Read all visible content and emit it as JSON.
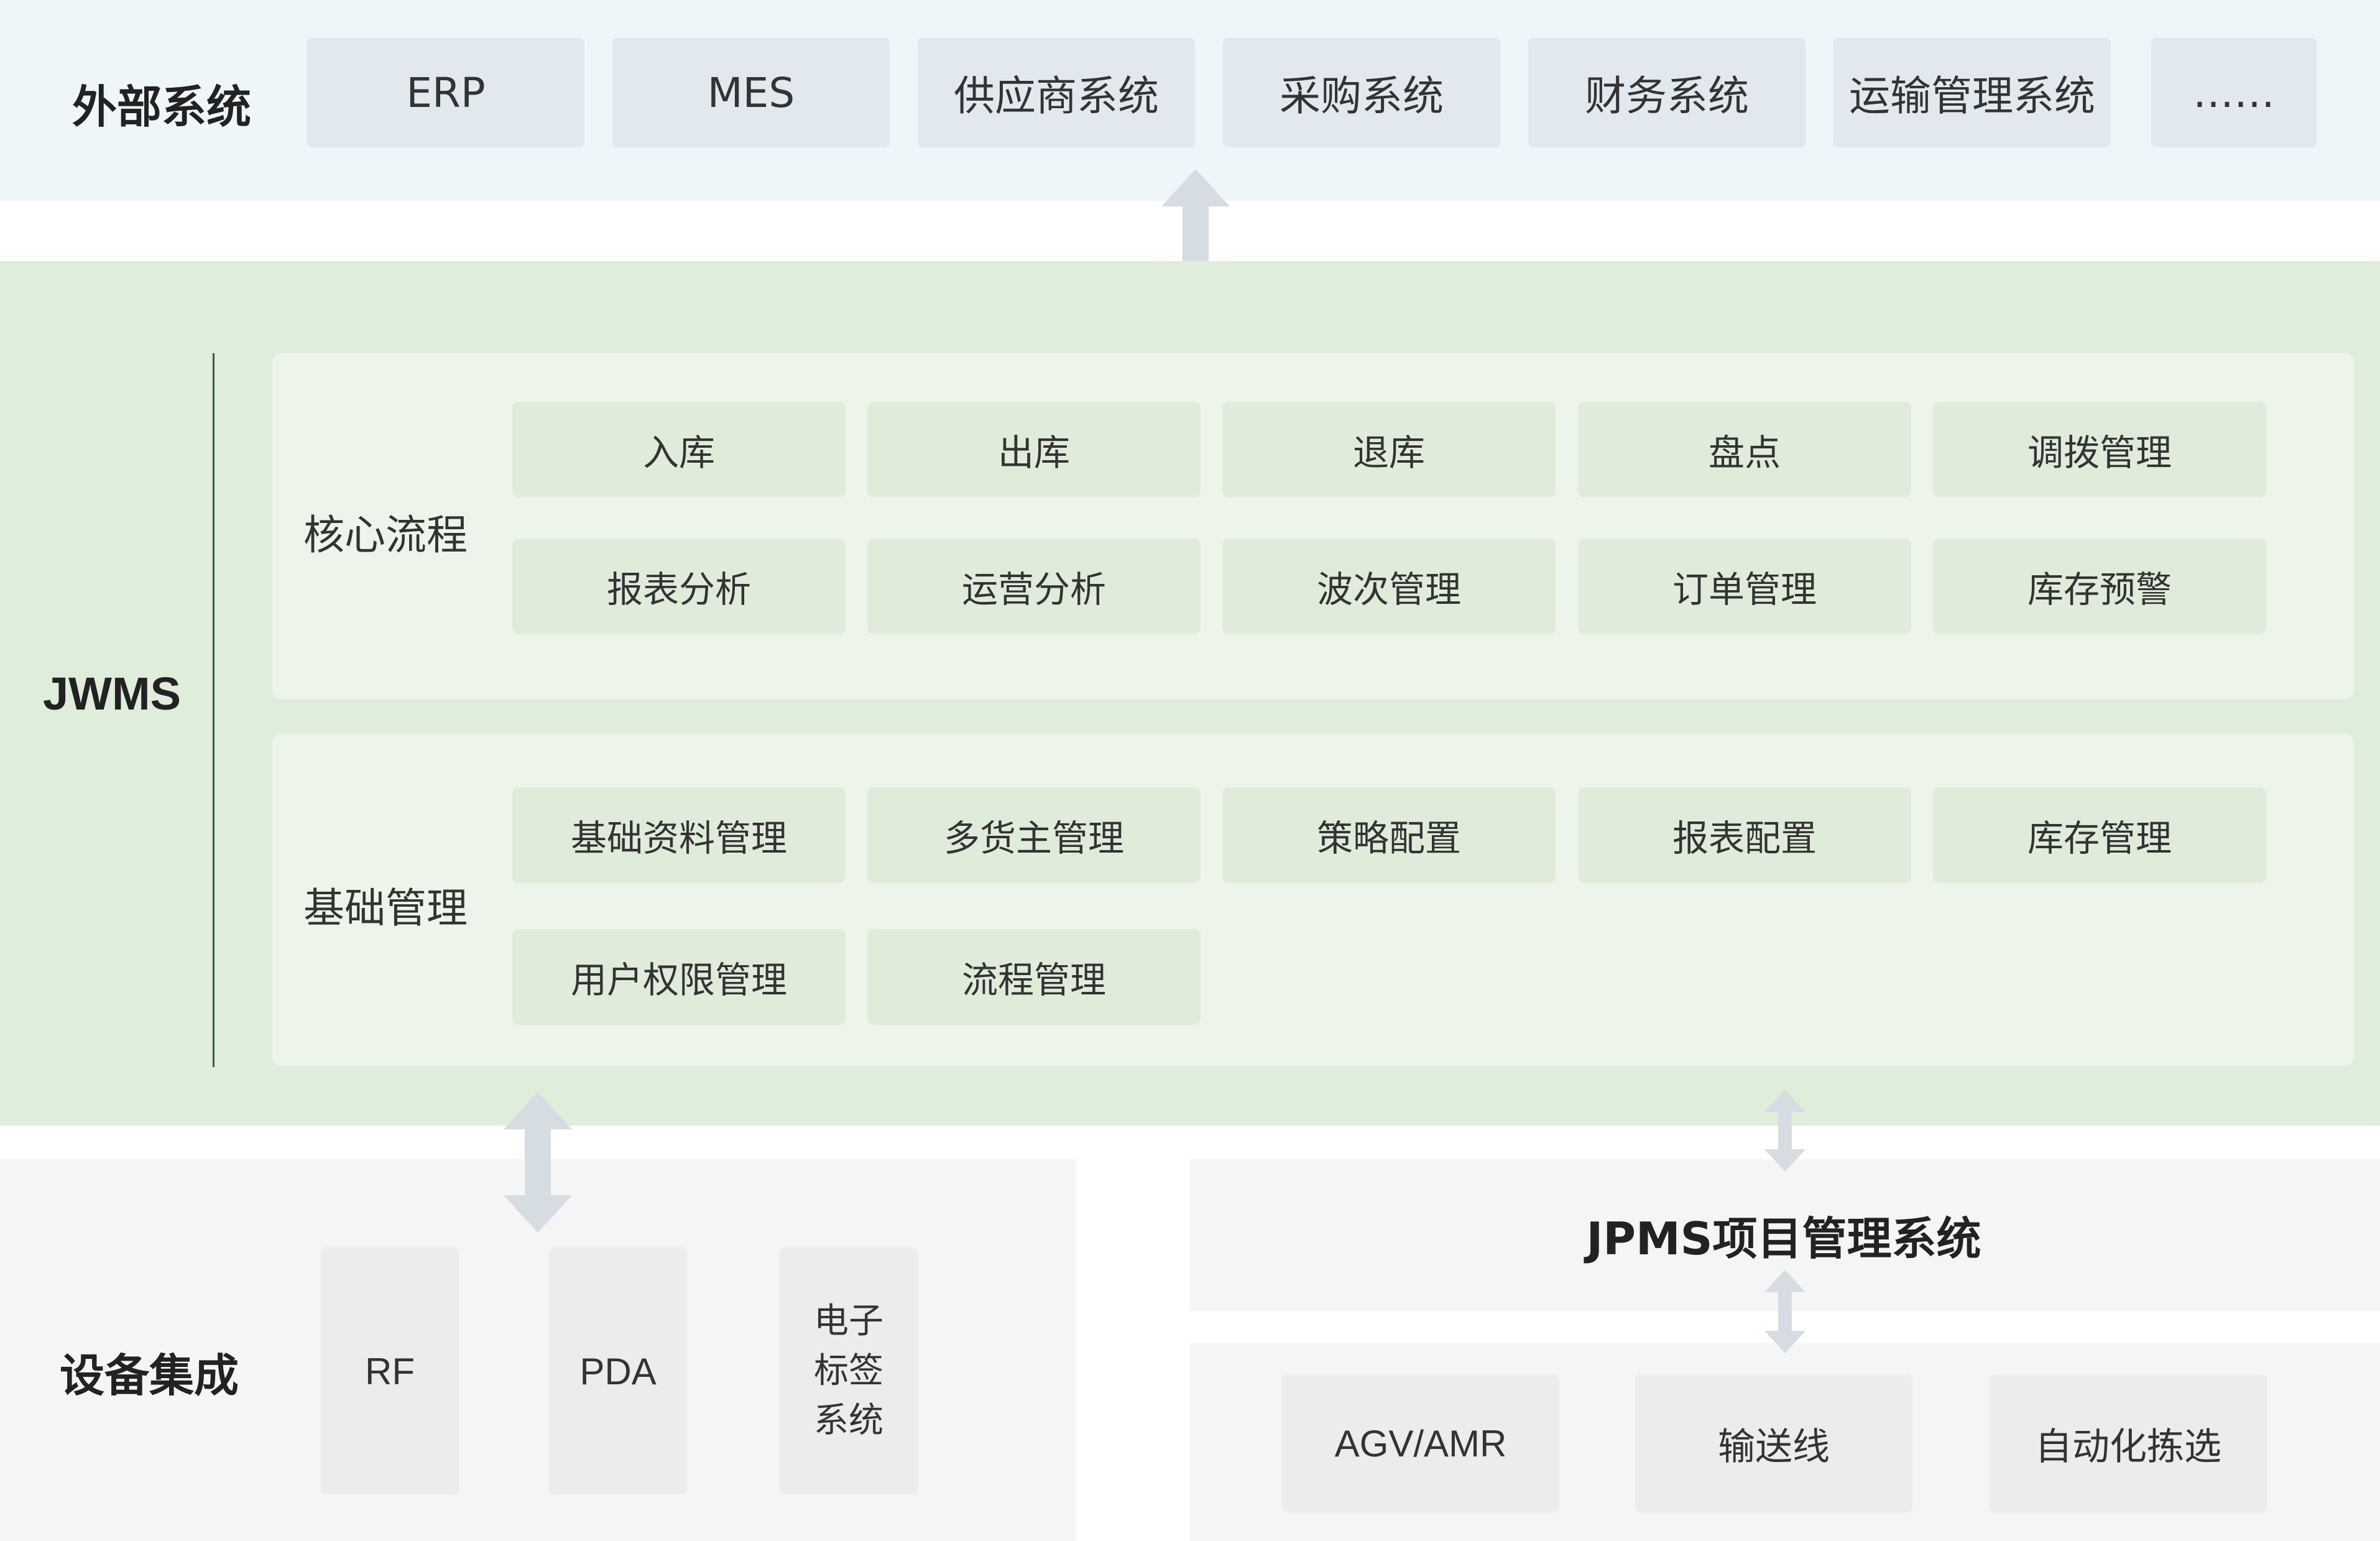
{
  "external": {
    "title": "外部系统",
    "items": [
      "ERP",
      "MES",
      "供应商系统",
      "采购系统",
      "财务系统",
      "运输管理系统",
      "……"
    ]
  },
  "jwms": {
    "label": "JWMS",
    "core": {
      "label": "核心流程",
      "row1": [
        "入库",
        "出库",
        "退库",
        "盘点",
        "调拨管理"
      ],
      "row2": [
        "报表分析",
        "运营分析",
        "波次管理",
        "订单管理",
        "库存预警"
      ]
    },
    "basic": {
      "label": "基础管理",
      "row1": [
        "基础资料管理",
        "多货主管理",
        "策略配置",
        "报表配置",
        "库存管理"
      ],
      "row2": [
        "用户权限管理",
        "流程管理"
      ]
    }
  },
  "devices": {
    "title": "设备集成",
    "items": [
      "RF",
      "PDA",
      "电子\n标签\n系统"
    ]
  },
  "jpms": {
    "title": "JPMS项目管理系统",
    "equipment": [
      "AGV/AMR",
      "输送线",
      "自动化拣选"
    ]
  },
  "colors": {
    "top_band": "#eff6fa",
    "jwms_band": "#dfeddb",
    "panel": "#edf5ea",
    "module": "#dfecda",
    "bottom_band": "#f5f5f5",
    "arrow": "#d5dde2"
  }
}
